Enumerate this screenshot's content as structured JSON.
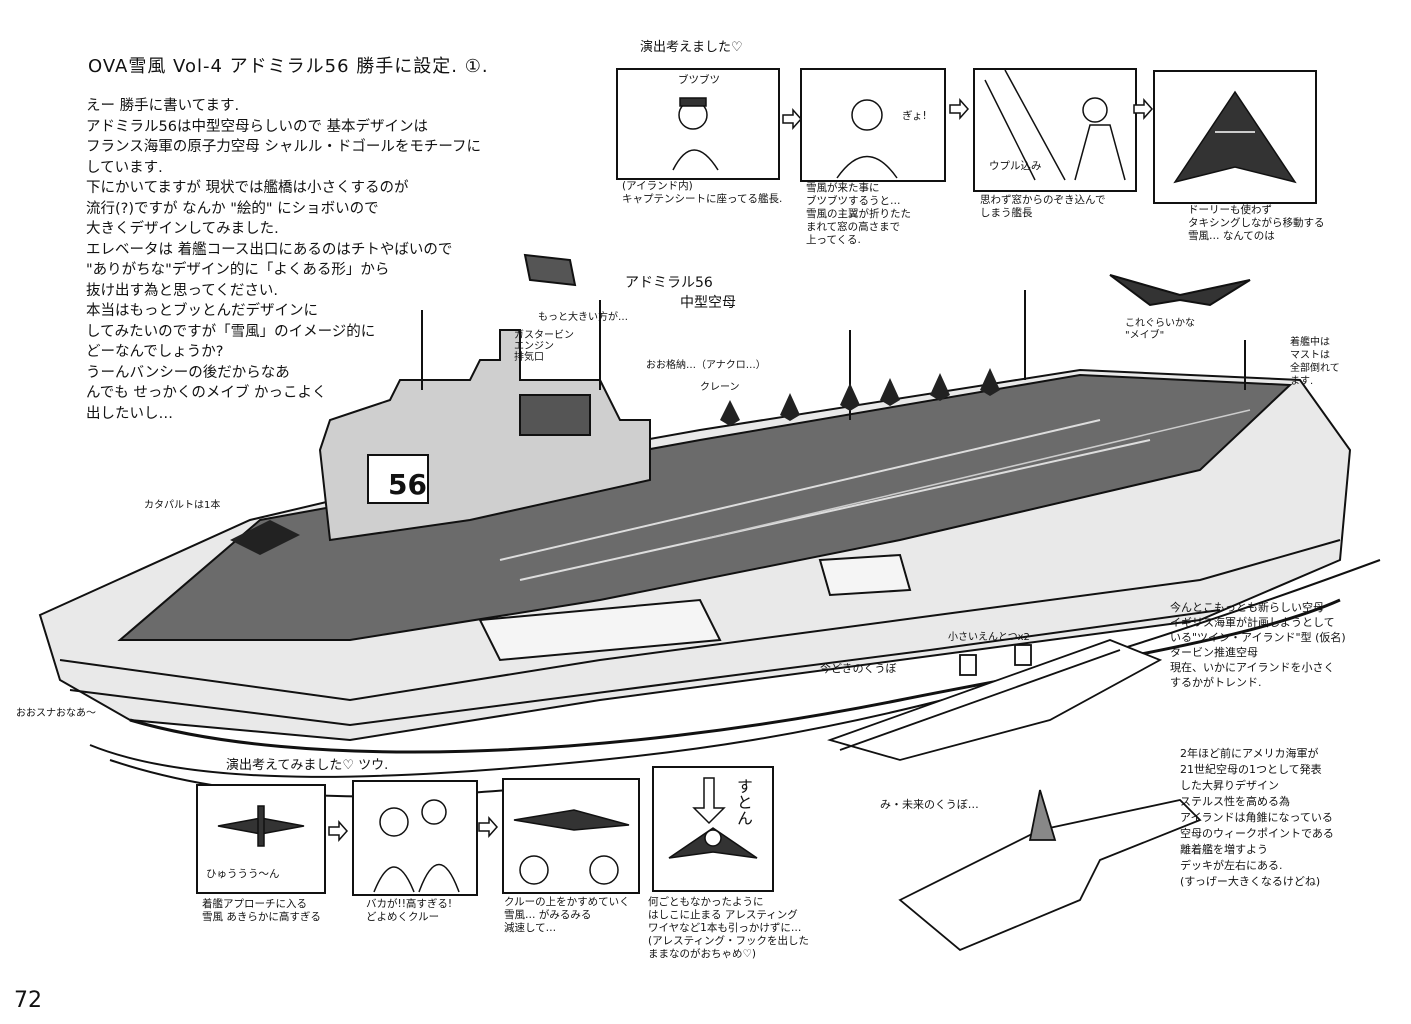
{
  "page_title": "OVA雪風 Vol-4 アドミラル56 勝手に設定. ①.",
  "notes": [
    "えー 勝手に書いてます.",
    "アドミラル56は中型空母らしいので 基本デザインは",
    "フランス海軍の原子力空母 シャルル・ドゴールをモチーフに",
    "しています.",
    "下にかいてますが 現状では艦橋は小さくするのが",
    "流行(?)ですが なんか \"絵的\" にショボいので",
    "大きくデザインしてみました.",
    "エレベータは 着艦コース出口にあるのはチトやばいので",
    "\"ありがちな\"デザイン的に「よくある形」から",
    "抜け出す為と思ってください.",
    "本当はもっとブッとんだデザインに",
    "してみたいのですが「雪風」のイメージ的に",
    "どーなんでしょうか?",
    "うーんバンシーの後だからなあ",
    "んでも せっかくのメイブ かっこよく",
    "出したいし…"
  ],
  "storyboard_top": {
    "header": "演出考えました♡",
    "panels": [
      {
        "caption": "(アイランド内)\nキャプテンシートに座ってる艦長.",
        "sfx": "ブツブツ"
      },
      {
        "caption": "雪風が来た事に\nブツブツするうと…\n雪風の主翼が折りたた\nまれて窓の高さまで\n上ってくる.",
        "sfx": "ぎょ!"
      },
      {
        "caption": "思わず窓からのぞき込んで\nしまう艦長",
        "sfx": "ウプル込み"
      },
      {
        "caption": "ドーリーも使わず\nタキシングしながら移動する\n雪風… なんてのは",
        "sfx": ""
      }
    ]
  },
  "ship_labels": {
    "name": "アドミラル56",
    "class": "中型空母",
    "hull_number": "56",
    "radar": "もっと大きい方が…",
    "gas_turbine": "ガスタービン\nエンジン\n排気口",
    "crane": "クレーン",
    "crane_note": "おお格納…（アナクロ…）",
    "mave": "これぐらいかな\n\"メイブ\"",
    "mast": "着艦中は\nマストは\n全部倒れて\nます.",
    "catapult": "カタパルトは1本",
    "bow": "おおスナおなあ～"
  },
  "storyboard_bottom": {
    "header": "演出考えてみました♡ ツウ.",
    "panels": [
      {
        "caption": "着艦アプローチに入る\n雪風 あきらかに高すぎる",
        "sfx": "ひゅううう～ん"
      },
      {
        "caption": "バカが!!高すぎる!\nどよめくクルー",
        "sfx": ""
      },
      {
        "caption": "クルーの上をかすめていく\n雪風… がみるみる\n減速して…",
        "sfx": ""
      },
      {
        "caption": "何ごともなかったように\nはしこに止まる アレスティング\nワイヤなど1本も引っかけずに…\n(アレスティング・フックを出した\nままなのがおちゃめ♡)",
        "sfx": "すとん"
      }
    ]
  },
  "right_notes": {
    "modern_label": "今どきのくうぼ",
    "funnel_label": "小さいえんとつx2",
    "modern_text": "今んとこもっとも新らしい空母\nイギリス海軍が計画しようとして\nいる\"ツイン・アイランド\"型 (仮名)\nタービン推進空母\n現在、いかにアイランドを小さく\nするかがトレンド.",
    "future_label": "み・未来のくうぼ…",
    "future_text": "2年ほど前にアメリカ海軍が\n21世紀空母の1つとして発表\nした大昇りデザイン\nステルス性を高める為\nアイランドは角錐になっている\n空母のウィークポイントである\n離着艦を増すよう\nデッキが左右にある.\n(すっげー大きくなるけどね)"
  },
  "page_number": "72"
}
